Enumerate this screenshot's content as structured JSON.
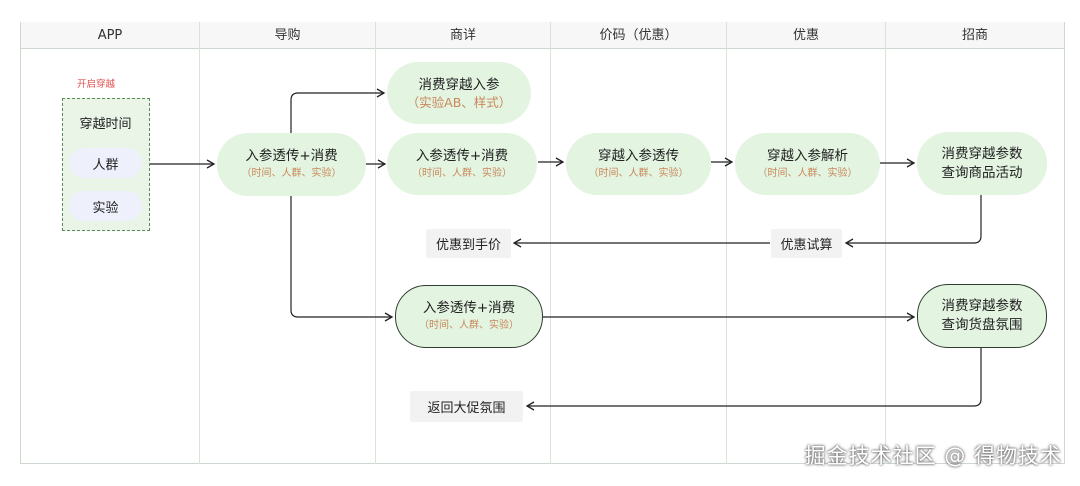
{
  "columns": [
    "APP",
    "导购",
    "商详",
    "价码（优惠）",
    "优惠",
    "招商"
  ],
  "app": {
    "caption": "开启穿越",
    "items": [
      "穿越时间",
      "人群",
      "实验"
    ]
  },
  "nodes": {
    "guide_main": {
      "title": "入参透传+消费",
      "sub": "（时间、人群、实验）"
    },
    "detail_top": {
      "title": "消费穿越入参",
      "sub": "（实验AB、样式）"
    },
    "detail_mid": {
      "title": "入参透传+消费",
      "sub": "（时间、人群、实验）"
    },
    "detail_bottom": {
      "title": "入参透传+消费",
      "sub": "（时间、人群、实验）"
    },
    "price": {
      "title": "穿越入参透传",
      "sub": "（时间、人群、实验）"
    },
    "discount": {
      "title": "穿越入参解析",
      "sub": "（时间、人群、实验）"
    },
    "merchant_top": {
      "line1": "消费穿越参数",
      "line2": "查询商品活动"
    },
    "merchant_bottom": {
      "line1": "消费穿越参数",
      "line2": "查询货盘氛围"
    }
  },
  "labels": {
    "discount_calc": "优惠试算",
    "discount_price": "优惠到手价",
    "return_atmosphere": "返回大促氛围"
  },
  "watermark": "掘金技术社区 @ 得物技术"
}
